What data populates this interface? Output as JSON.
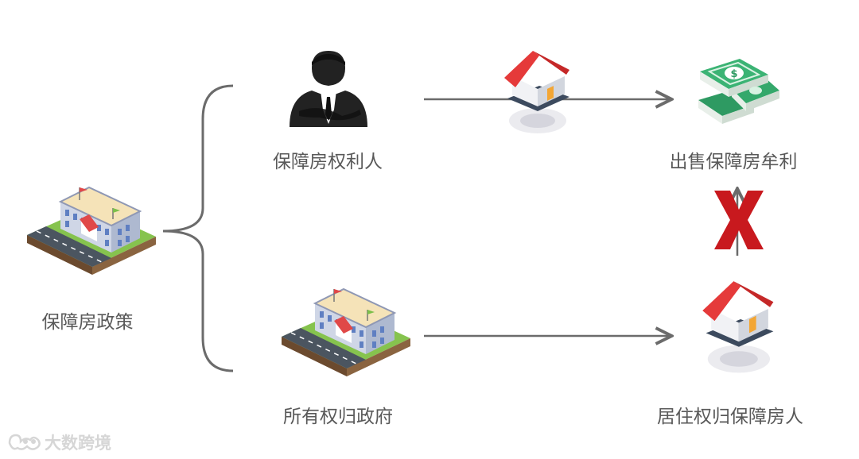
{
  "diagram": {
    "labels": {
      "policy": "保障房政策",
      "rights_holder": "保障房权利人",
      "sell_profit": "出售保障房牟利",
      "gov_ownership": "所有权归政府",
      "residence_rights": "居住权归保障房人"
    },
    "icons": {
      "policy_building": "government-building-icon",
      "rights_holder": "businessman-icon",
      "house_on_arrow": "house-icon",
      "money": "money-stack-icon",
      "forbidden": "red-x-icon",
      "gov_building": "government-building-icon",
      "residence_house": "house-icon"
    },
    "colors": {
      "connector": "#6b6b6b",
      "cross": "#c8191e",
      "roof": "#e53a3a",
      "money": "#2e9a62"
    }
  },
  "watermark": {
    "text": "大数跨境"
  }
}
